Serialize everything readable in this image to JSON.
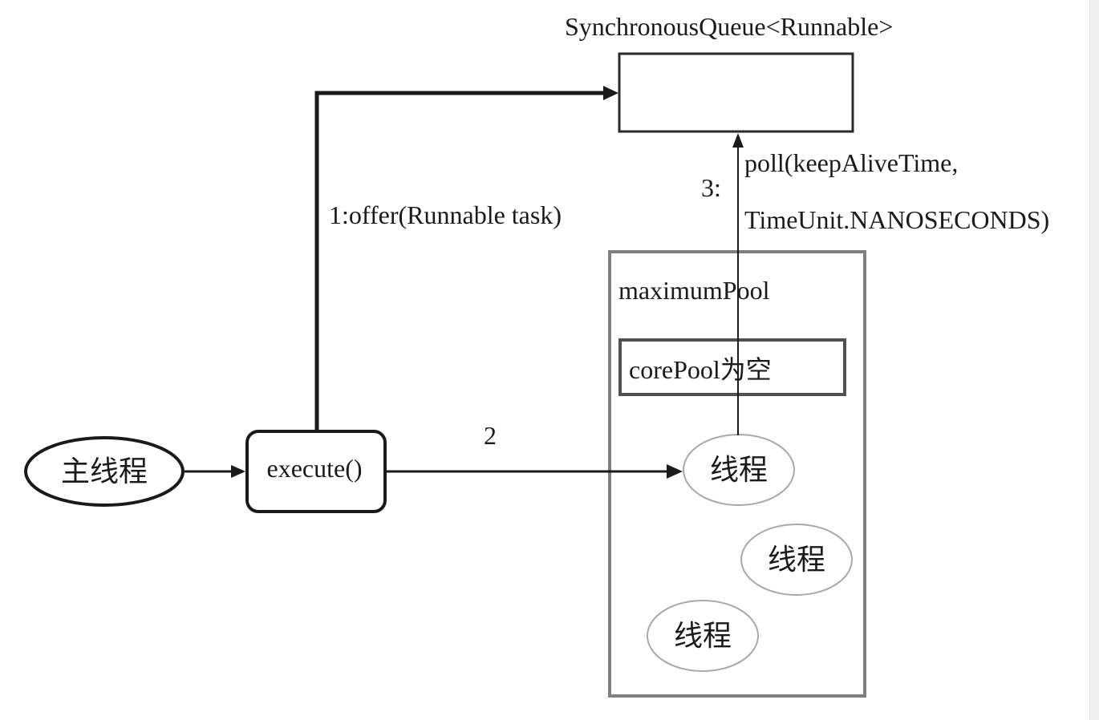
{
  "queue": {
    "title": "SynchronousQueue<Runnable>"
  },
  "edges": {
    "offer_label": "1:offer(Runnable task)",
    "direct_label": "2",
    "poll_step": "3:",
    "poll_line1": "poll(keepAliveTime,",
    "poll_line2": "TimeUnit.NANOSECONDS)"
  },
  "main_thread": {
    "label": "主线程"
  },
  "execute": {
    "label": "execute()"
  },
  "pool": {
    "title": "maximumPool",
    "core_label": "corePool为空",
    "threads": [
      "线程",
      "线程",
      "线程"
    ]
  },
  "colors": {
    "stroke": "#1a1a1a",
    "pool_stroke": "#7f7f7f",
    "thread_stroke": "#a8a8a8",
    "core_stroke": "#505050"
  }
}
